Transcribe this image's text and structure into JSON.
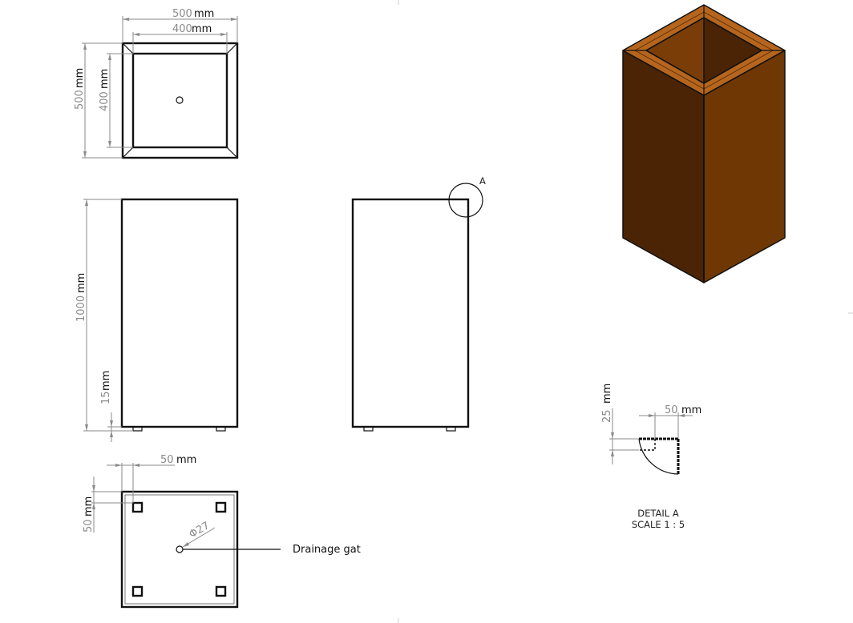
{
  "drawing": {
    "top_view": {
      "outer_width": {
        "value": "500",
        "unit": "mm"
      },
      "inner_width": {
        "value": "400",
        "unit": "mm"
      },
      "outer_height": {
        "value": "500",
        "unit": "mm"
      },
      "inner_height": {
        "value": "400",
        "unit": "mm"
      }
    },
    "front_view": {
      "height": {
        "value": "1000",
        "unit": "mm"
      },
      "foot_height": {
        "value": "15",
        "unit": "mm"
      }
    },
    "side_view": {
      "detail_marker": "A"
    },
    "bottom_view": {
      "foot_offset_x": {
        "value": "50",
        "unit": "mm"
      },
      "foot_offset_y": {
        "value": "50",
        "unit": "mm"
      },
      "drain_diameter": "Φ27",
      "drain_label": "Drainage gat"
    },
    "detail_a": {
      "rim_depth": {
        "value": "25",
        "unit": "mm"
      },
      "rim_width": {
        "value": "50",
        "unit": "mm"
      },
      "title": "DETAIL A",
      "scale": "SCALE 1 : 5"
    },
    "iso_view": {
      "colors": {
        "left_face": "#4a2405",
        "right_face": "#6e3703",
        "rim": "#b5651d",
        "inner_dark": "#4a2405",
        "inner_light": "#7a3d08"
      }
    }
  }
}
